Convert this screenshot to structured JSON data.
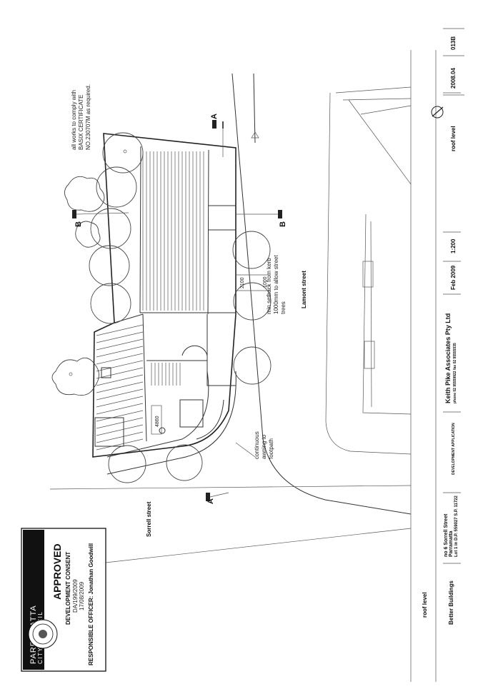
{
  "drawing": {
    "notes": {
      "dasix_line1": "all works to comply with",
      "dasix_line2": "BASIX CERTIFICATE",
      "dasix_line3": "NO.230707M as required.",
      "setback_line1": "min setback from kerb",
      "setback_line2": "1000mm to allow street",
      "setback_line3": "trees",
      "awning_line1": "continuous",
      "awning_line2": "awning to",
      "awning_line3": "footpath"
    },
    "streets": {
      "lamont": "Lamont street",
      "sorrell": "Sorrell street"
    },
    "dimensions": {
      "d1000": "1000",
      "d2100": "2100",
      "d4860": "4860"
    },
    "section_markers": {
      "a": "A",
      "b": "B"
    }
  },
  "stamp": {
    "council_line1": "PARRAMATTA",
    "council_line2": "CITY COUNCIL",
    "status": "APPROVED",
    "consent": "DEVELOPMENT CONSENT",
    "da_number": "DA/199/2009",
    "date": "17/08/2009",
    "officer": "RESPONSIBLE OFFICER: Jonathan Goodwill"
  },
  "title_block": {
    "client": "Better Buildings",
    "drawing_title": "roof level",
    "address_line1": "no 6 Sorrell Street",
    "address_line2": "Parramatta",
    "address_line3": "Lot 1 in D.P. 559027 S.P. 11722",
    "application": "DEVELOPMENT APPLICATION",
    "firm": "Keith Pike Associates Pty Ltd",
    "firm_contact": "phone 02 95559922 fax 02 95555535",
    "date": "Feb 2009",
    "scale": "1:200",
    "sheet_title": "roof level",
    "job_number": "2008.04",
    "drawing_number": "013B"
  }
}
